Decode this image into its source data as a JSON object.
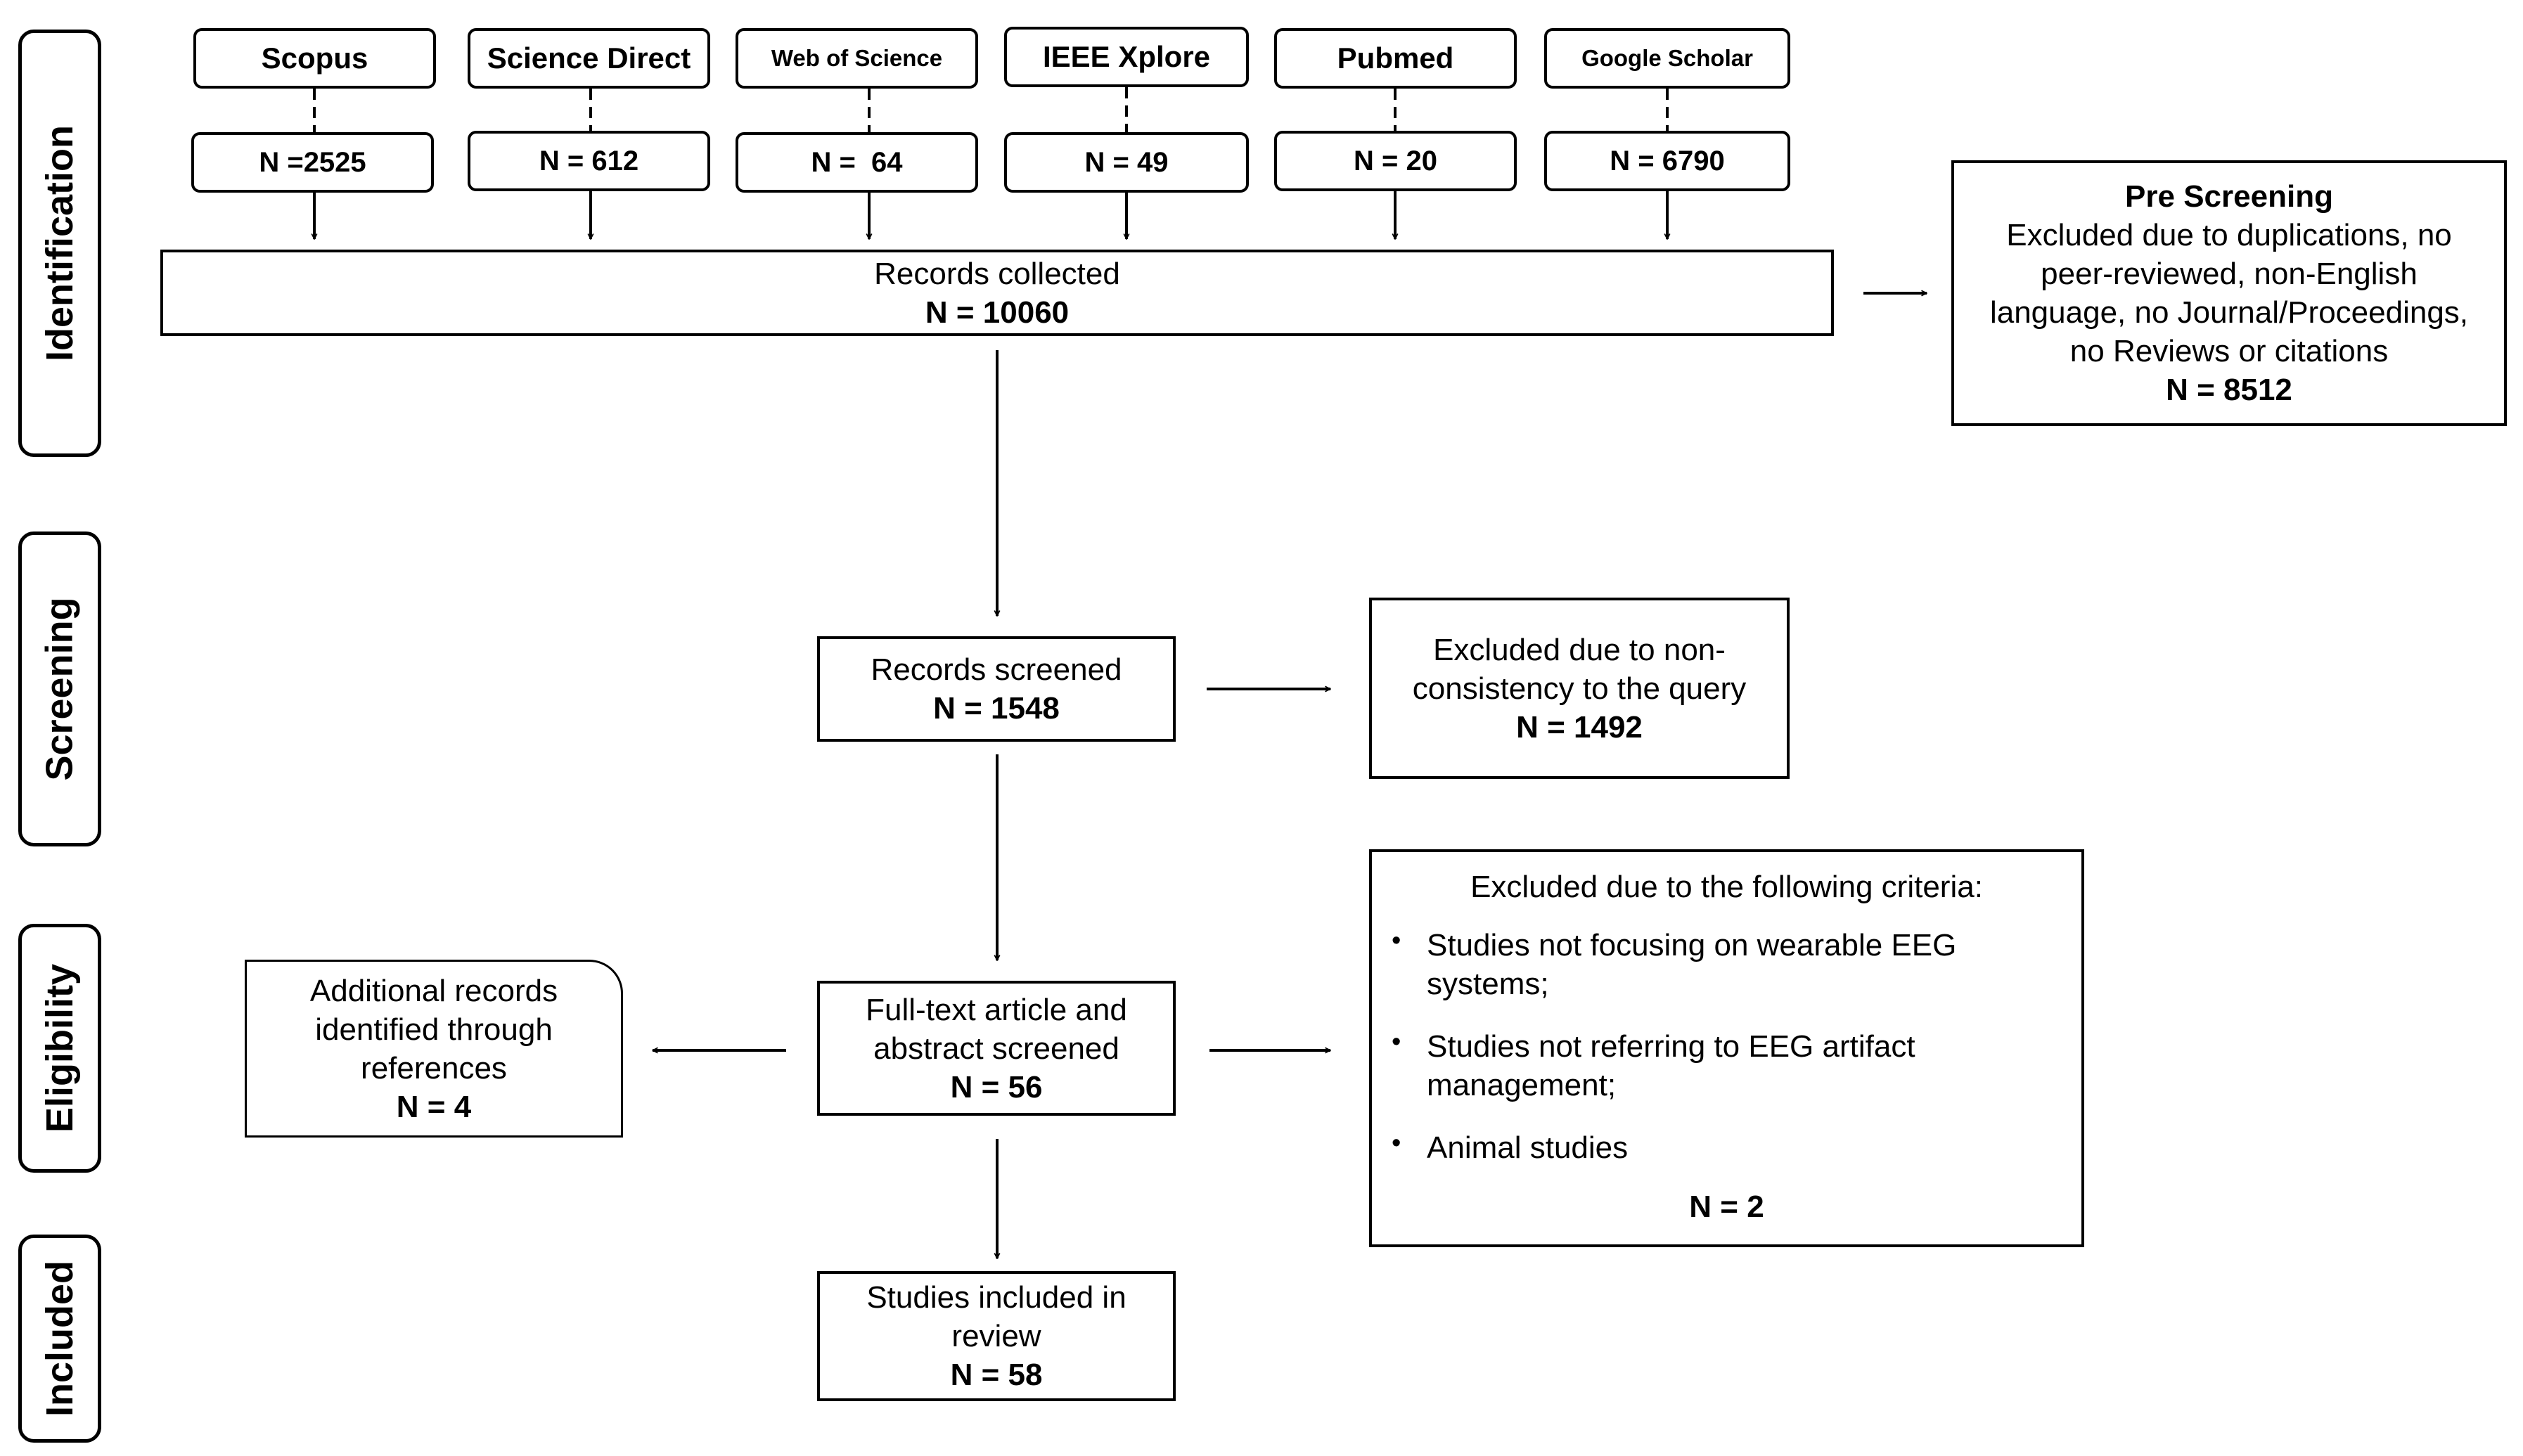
{
  "stages": {
    "identification": "Identification",
    "screening": "Screening",
    "eligibility": "Eligibility",
    "included": "Included"
  },
  "sources": [
    {
      "name": "Scopus",
      "count": "N =2525"
    },
    {
      "name": "Science Direct",
      "count": "N = 612"
    },
    {
      "name": "Web of Science",
      "count": "N =  64"
    },
    {
      "name": "IEEE Xplore",
      "count": "N = 49"
    },
    {
      "name": "Pubmed",
      "count": "N = 20"
    },
    {
      "name": "Google Scholar",
      "count": "N = 6790"
    }
  ],
  "records_collected": {
    "label": "Records collected",
    "n": "N = 10060"
  },
  "pre_screening": {
    "title": "Pre Screening",
    "text": "Excluded due to duplications, no peer-reviewed, non-English language, no Journal/Proceedings, no Reviews or citations",
    "n": "N = 8512"
  },
  "records_screened": {
    "label": "Records screened",
    "n": "N = 1548"
  },
  "excluded_query": {
    "text": "Excluded due to non-consistency to the query",
    "n": "N = 1492"
  },
  "fulltext": {
    "label": "Full-text article and abstract screened",
    "n": "N = 56"
  },
  "additional": {
    "text": "Additional records identified through references",
    "n": "N = 4"
  },
  "excluded_criteria": {
    "header": "Excluded due to the following criteria:",
    "items": [
      "Studies not focusing on wearable EEG systems;",
      "Studies not referring to EEG artifact management;",
      "Animal studies"
    ],
    "n": "N = 2"
  },
  "included_studies": {
    "label": "Studies included in review",
    "n": "N = 58"
  }
}
